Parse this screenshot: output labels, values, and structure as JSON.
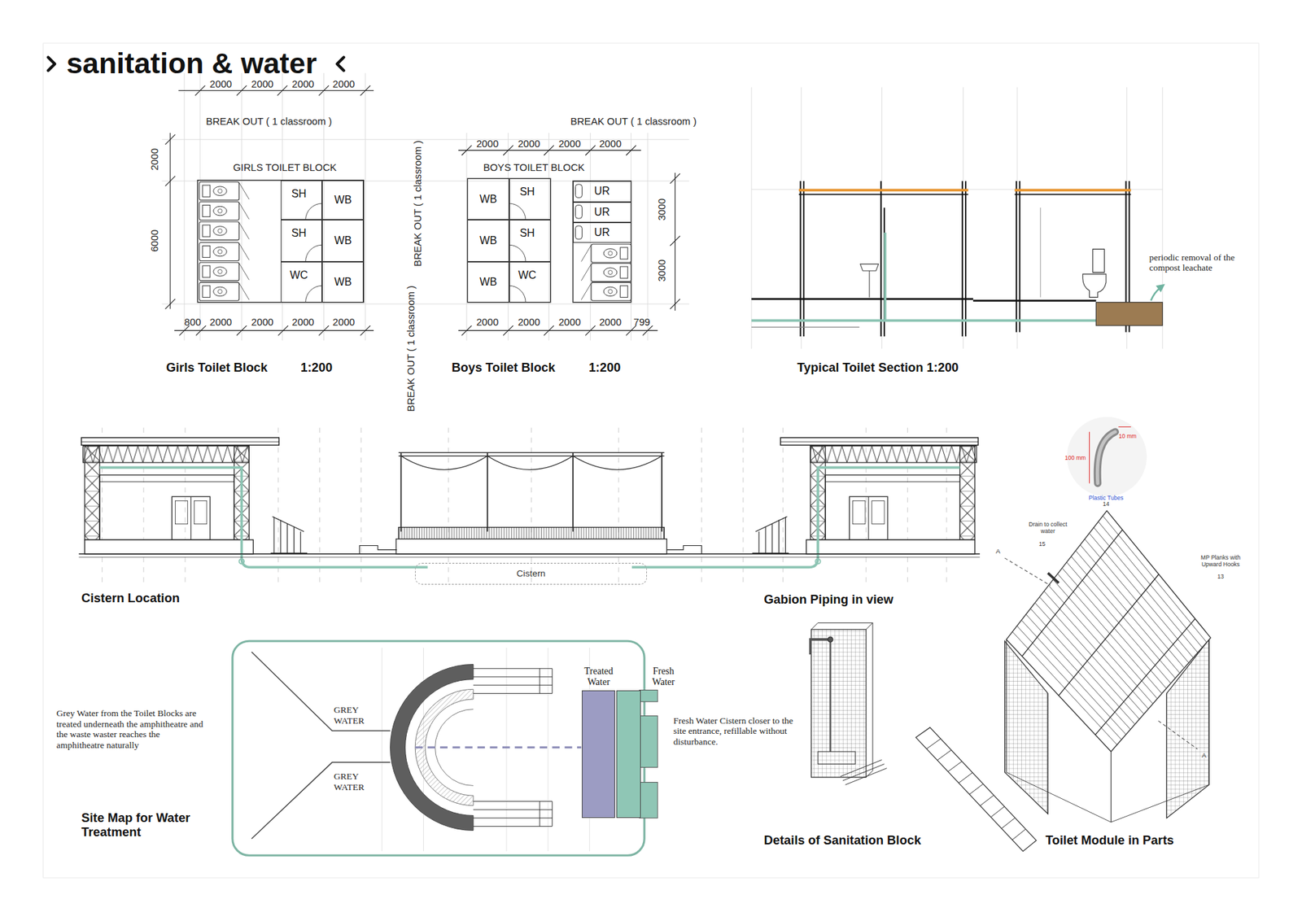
{
  "diagram": {
    "title": "sanitation & water",
    "nodes": [
      {
        "text": [
          "SH"
        ]
      },
      {
        "text": [
          "WB"
        ]
      },
      {
        "text": [
          "SH"
        ]
      },
      {
        "text": [
          "WB"
        ]
      },
      {
        "text": [
          "WC"
        ]
      },
      {
        "text": [
          "WB"
        ]
      },
      {
        "text": [
          "WB"
        ]
      },
      {
        "text": [
          "SH"
        ]
      },
      {
        "text": [
          "UR"
        ]
      },
      {
        "text": [
          "UR"
        ]
      },
      {
        "text": [
          "UR"
        ]
      },
      {
        "text": [
          "WB"
        ]
      },
      {
        "text": [
          "SH"
        ]
      },
      {
        "text": [
          "WB"
        ]
      },
      {
        "text": [
          "WC"
        ]
      },
      {
        "text": [
          "Cistern"
        ]
      },
      {
        "text": [
          "Treated Water"
        ]
      },
      {
        "text": [
          "Fresh Water"
        ]
      }
    ],
    "labels": [
      "2000",
      "2000",
      "2000",
      "2000",
      "BREAK OUT ( 1 classroom )",
      "BREAK OUT ( 1 classroom )",
      "2000",
      "2000",
      "2000",
      "2000",
      "2000",
      "6000",
      "GIRLS TOILET BLOCK",
      "BREAK OUT ( 1 classroom )",
      "BOYS TOILET BLOCK",
      "3000",
      "3000",
      "800",
      "2000",
      "2000",
      "2000",
      "2000",
      "2000",
      "2000",
      "2000",
      "2000",
      "799",
      "BREAK OUT ( 1 classroom )",
      "Girls Toilet Block",
      "1:200",
      "Boys Toilet Block",
      "1:200",
      "Typical Toilet Section 1:200",
      "periodic removal of the compost leachate",
      "Cistern Location",
      "Gabion Piping in view",
      "10 mm",
      "100 mm",
      "Plastic Tubes",
      "14",
      "Drain to collect water",
      "15",
      "MP Planks with Upward Hooks",
      "13",
      "A",
      "A",
      "Grey Water from the Toilet Blocks are treated underneath the amphitheatre and the waste waster reaches the amphitheatre naturally",
      "GREY WATER",
      "GREY WATER",
      "Fresh Water Cistern closer to the site entrance, refillable without disturbance.",
      "Site Map for Water Treatment",
      "Details of Sanitation Block",
      "Toilet Module in Parts"
    ]
  }
}
